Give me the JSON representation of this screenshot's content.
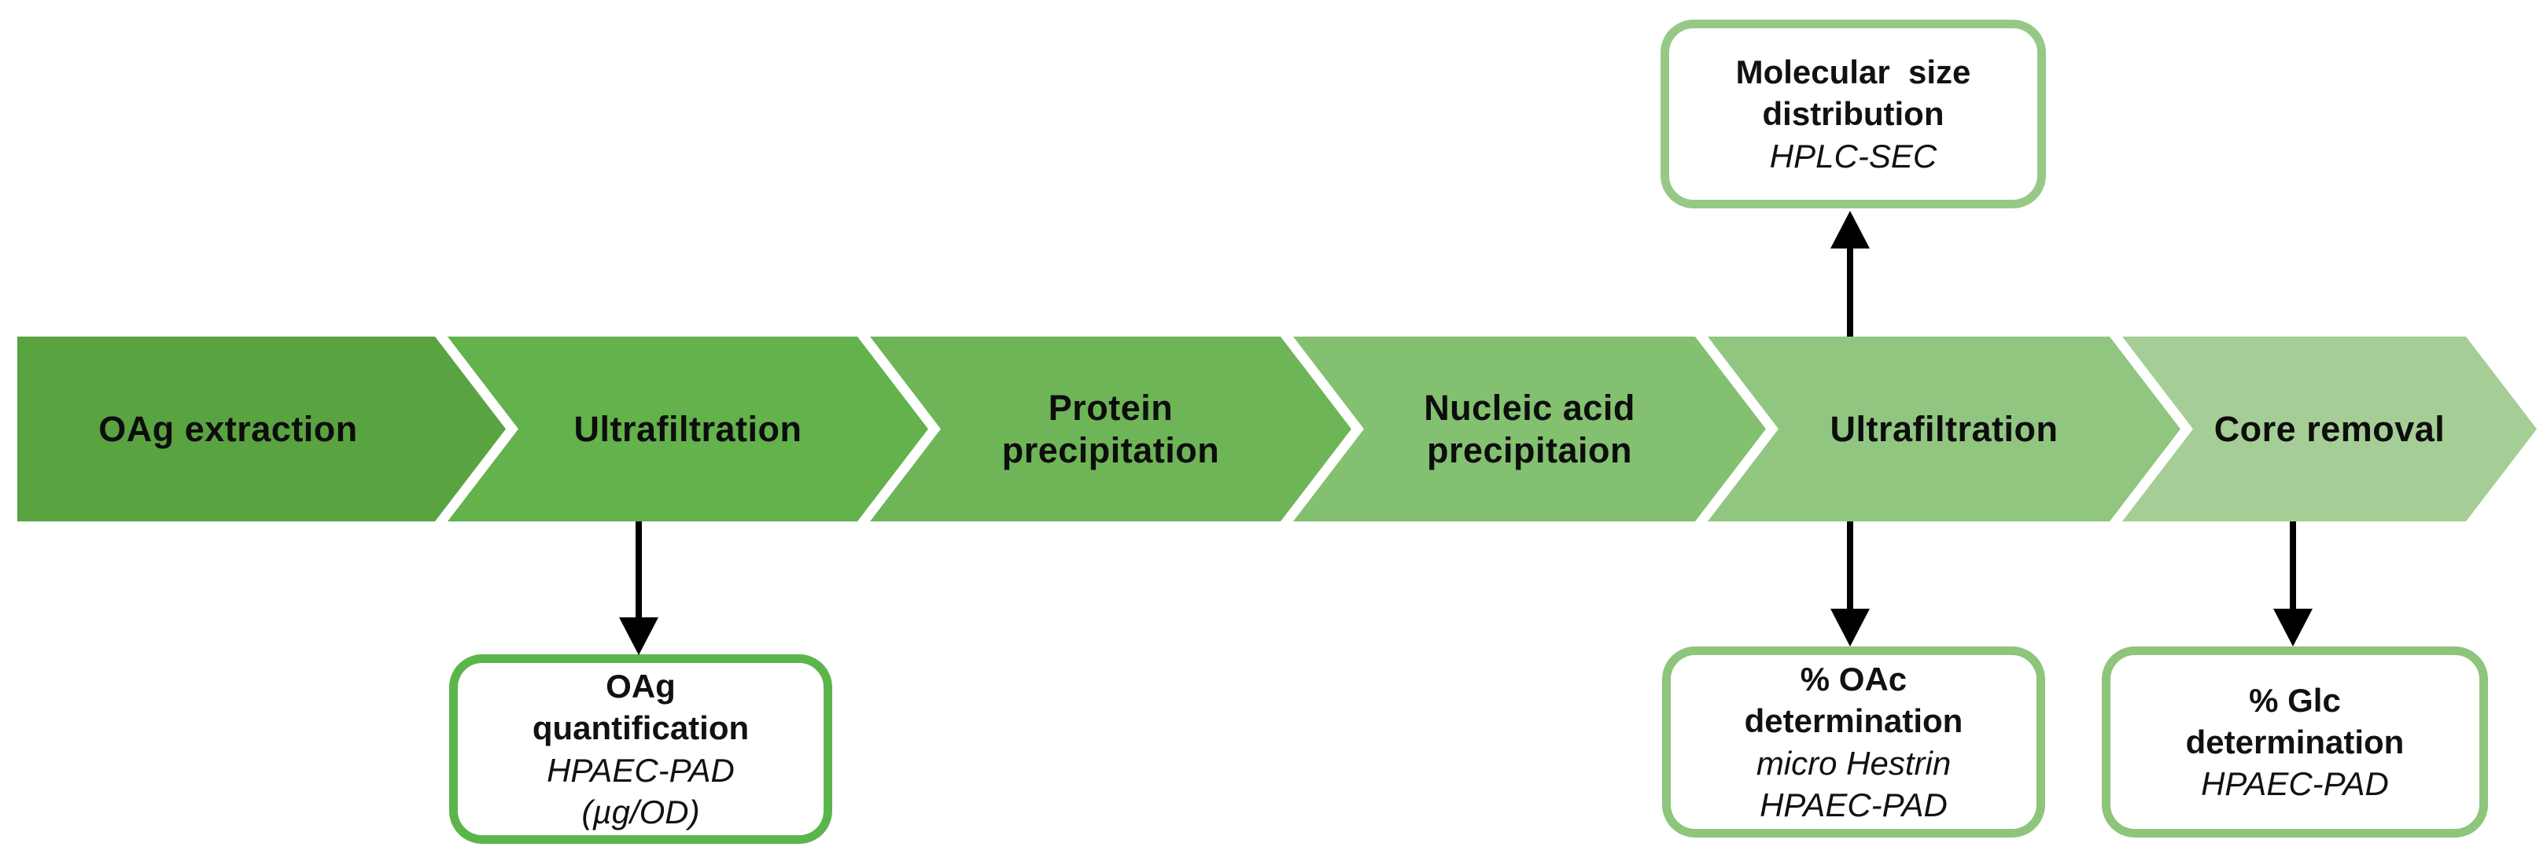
{
  "diagram": {
    "steps": [
      {
        "label": "OAg extraction",
        "fill": "#59a341"
      },
      {
        "label": "Ultrafiltration",
        "fill": "#63b24b"
      },
      {
        "label": "Protein\nprecipitation",
        "fill": "#6eb557"
      },
      {
        "label": "Nucleic acid\nprecipitaion",
        "fill": "#83c06f"
      },
      {
        "label": "Ultrafiltration",
        "fill": "#91c680"
      },
      {
        "label": "Core removal",
        "fill": "#a4ce95"
      }
    ],
    "callouts": [
      {
        "bold": "Molecular  size\ndistribution",
        "italic": "HPLC-SEC",
        "border": "#96c986"
      },
      {
        "bold": "OAg\nquantification",
        "italic": "HPAEC-PAD\n(µg/OD)",
        "border": "#5cb54a"
      },
      {
        "bold": "% OAc\ndetermination",
        "italic": "micro Hestrin\nHPAEC-PAD",
        "border": "#8dc57b"
      },
      {
        "bold": "% Glc\ndetermination",
        "italic": "HPAEC-PAD",
        "border": "#8dc57b"
      }
    ],
    "arrow_color": "#000000",
    "text_color": "#111111"
  }
}
